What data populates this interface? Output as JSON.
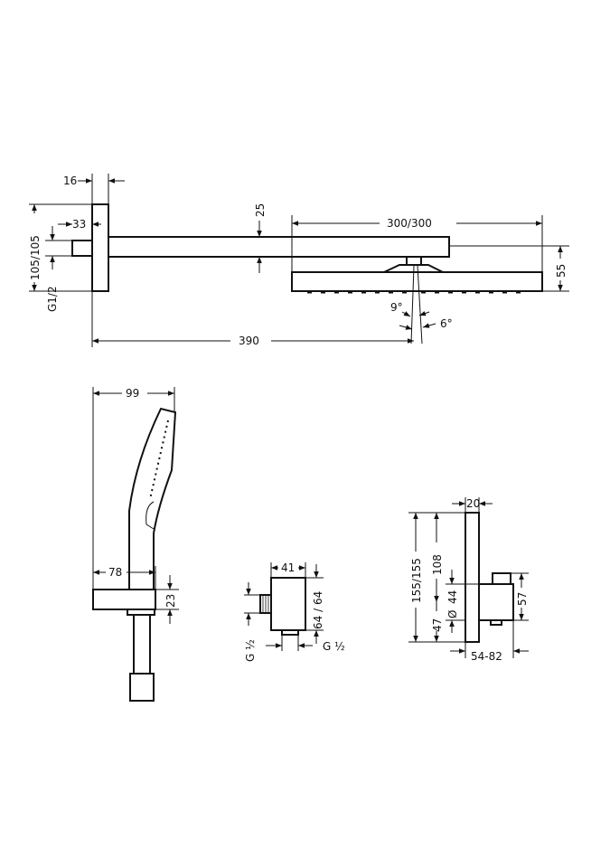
{
  "drawing": {
    "overhead_shower": {
      "plate_depth": "16",
      "arm_height": "25",
      "head_width": "300/300",
      "plate_height": "105/105",
      "stub_offset": "33",
      "thread": "G1/2",
      "head_height": "55",
      "angle_a": "9°",
      "angle_b": "6°",
      "projection": "390"
    },
    "hand_shower": {
      "total_depth": "99",
      "holder_depth": "78",
      "holder_height": "23"
    },
    "wall_outlet": {
      "width": "41",
      "height": "64 / 64",
      "thread_side": "G ½",
      "thread_bottom": "G ½"
    },
    "thermostat": {
      "plate_depth": "20",
      "plate_height": "155/155",
      "upper_offset": "108",
      "body_offset": "44",
      "diameter_symbol": "Ø",
      "lower_offset": "47",
      "body_height": "57",
      "projection_range": "54-82"
    }
  }
}
